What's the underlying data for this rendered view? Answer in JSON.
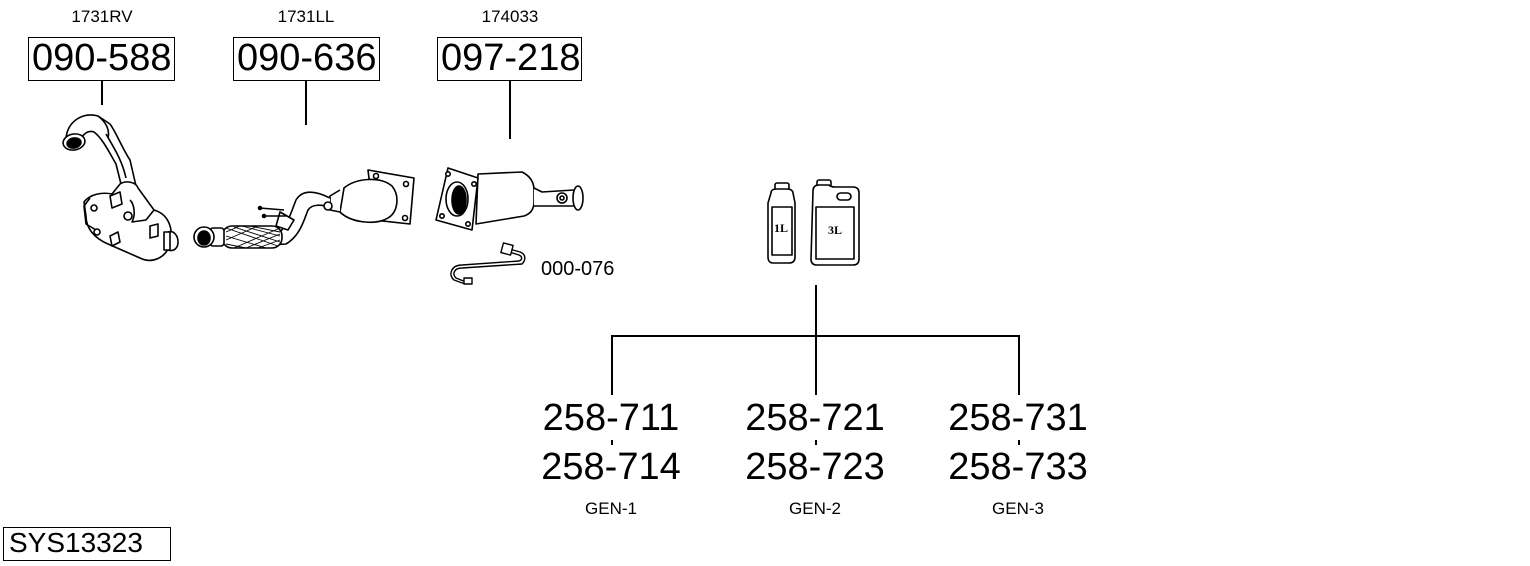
{
  "diagram": {
    "title": "Exhaust system parts diagram",
    "system_id": "SYS13323",
    "parts": [
      {
        "ref": "1731RV",
        "number": "090-588",
        "icon": "dpf-filter-with-pipe-icon"
      },
      {
        "ref": "1731LL",
        "number": "090-636",
        "icon": "catalytic-converter-flex-pipe-icon"
      },
      {
        "ref": "174033",
        "number": "097-218",
        "icon": "diesel-particulate-filter-icon"
      }
    ],
    "sensor": {
      "number": "000-076",
      "icon": "pressure-sensor-pipe-icon"
    },
    "additive": {
      "bottles": [
        {
          "label": "1L",
          "icon": "bottle-1l-icon"
        },
        {
          "label": "3L",
          "icon": "canister-3l-icon"
        }
      ],
      "generations": [
        {
          "primary": "258-711",
          "secondary": "258-714",
          "gen": "GEN-1"
        },
        {
          "primary": "258-721",
          "secondary": "258-723",
          "gen": "GEN-2"
        },
        {
          "primary": "258-731",
          "secondary": "258-733",
          "gen": "GEN-3"
        }
      ]
    }
  }
}
